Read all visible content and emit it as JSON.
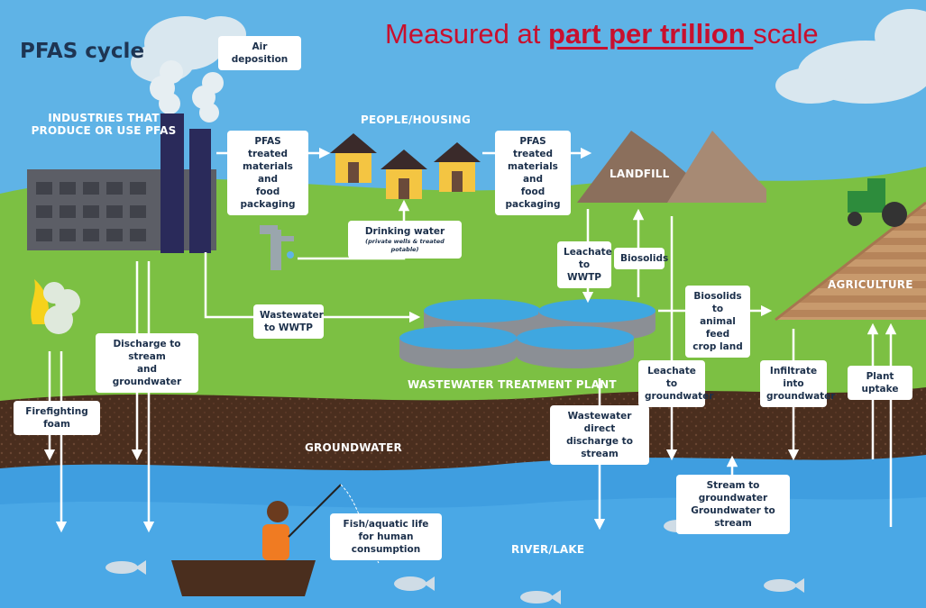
{
  "headline": {
    "prefix": "Measured at ",
    "emphasis": "part per trillion ",
    "suffix": "scale",
    "color": "#c8102e"
  },
  "diagram": {
    "title": "PFAS cycle",
    "captions": {
      "industries": "INDUSTRIES THAT\nPRODUCE OR USE PFAS",
      "people": "PEOPLE/HOUSING",
      "landfill": "LANDFILL",
      "agriculture": "AGRICULTURE",
      "wwtp": "WASTEWATER TREATMENT PLANT",
      "groundwater": "GROUNDWATER",
      "river": "RIVER/LAKE"
    },
    "labels": {
      "air_deposition": "Air deposition",
      "pfas_treated_1": "PFAS treated\nmaterials and\nfood packaging",
      "pfas_treated_2": "PFAS treated\nmaterials and\nfood packaging",
      "drinking_water": "Drinking water",
      "drinking_water_note": "(private wells & treated potable)",
      "leachate_wwtp": "Leachate\nto WWTP",
      "biosolids": "Biosolids",
      "biosolids_feed": "Biosolids to\nanimal feed\ncrop land",
      "wastewater_wwtp": "Wastewater\nto WWTP",
      "discharge_stream": "Discharge to stream\nand groundwater",
      "firefighting_foam": "Firefighting foam",
      "leachate_groundwater": "Leachate to\ngroundwater",
      "wastewater_direct": "Wastewater direct\ndischarge to stream",
      "infiltrate": "Infiltrate into\ngroundwater",
      "plant_uptake": "Plant uptake",
      "stream_groundwater": "Stream to groundwater\nGroundwater to stream",
      "fish": "Fish/aquatic life\nfor human consumption"
    },
    "icons": [
      "cloud-icon",
      "factory-icon",
      "house-icon",
      "water-pump-icon",
      "fire-icon",
      "landfill-mound-icon",
      "treatment-tank-icon",
      "tractor-icon",
      "fish-icon",
      "boat-icon",
      "person-fishing-icon"
    ],
    "colors": {
      "sky": "#5fb3e6",
      "grass": "#7cc043",
      "soil": "#4a2e1e",
      "water": "#3f9ee0",
      "label_bg": "#ffffff",
      "label_text": "#1b2f4a",
      "title": "#1e3553"
    }
  }
}
